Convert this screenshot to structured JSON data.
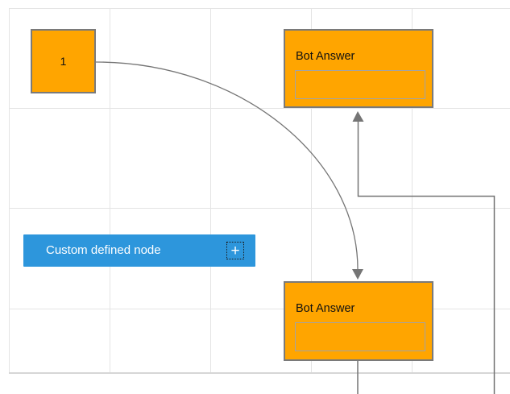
{
  "diagram": {
    "node1": {
      "label": "1",
      "fill": "#FFA500",
      "border": "#7a7a7a"
    },
    "bot_answer_top": {
      "title": "Bot Answer",
      "input_value": "",
      "fill": "#FFA500",
      "border": "#7a7a7a"
    },
    "bot_answer_bottom": {
      "title": "Bot Answer",
      "input_value": "",
      "fill": "#FFA500",
      "border": "#7a7a7a"
    },
    "custom_node_button": {
      "label": "Custom defined node",
      "icon": "plus-icon",
      "icon_glyph": "+",
      "fill": "#2d96dc",
      "text_color": "#ffffff"
    },
    "connectors": {
      "bezier_from_node1_to_bottom_bot": {
        "arrow": "down"
      },
      "orthogonal_from_bottom_bot_to_top_bot": {
        "arrow": "up"
      },
      "color": "#757575"
    },
    "grid": {
      "line_color": "#e4e4e4",
      "background": "#ffffff"
    }
  }
}
